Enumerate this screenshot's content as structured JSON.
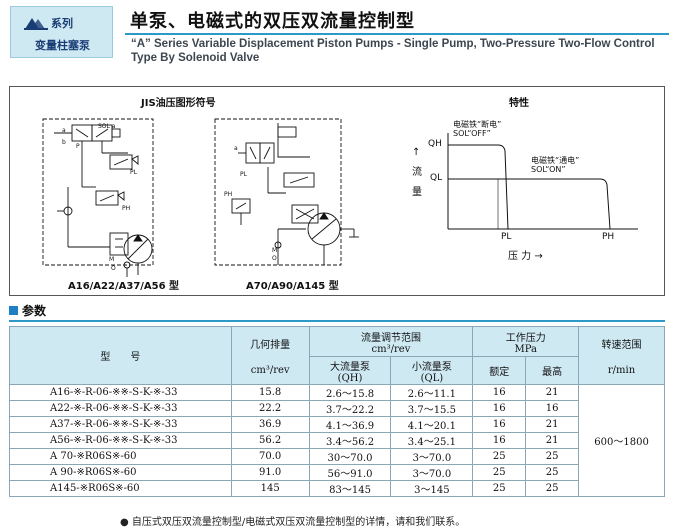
{
  "header": {
    "series_line1": "系列",
    "series_line2": "变量柱塞泵",
    "title_cn": "单泵、电磁式的双压双流量控制型",
    "title_en": "“A” Series Variable Displacement Piston Pumps - Single Pump, Two-Pressure Two-Flow Control Type By Solenoid Valve"
  },
  "diagram": {
    "jis_title": "JIS油压图形符号",
    "left_caption": "A16/A22/A37/A56 型",
    "right_caption": "A70/A90/A145 型",
    "labels": {
      "sol_a": "SOL a",
      "a": "a",
      "b": "b",
      "p": "P",
      "pl": "PL",
      "ph": "PH",
      "m": "M",
      "o": "O"
    },
    "characteristic": {
      "title": "特性",
      "ylabel_arrow": "↑",
      "ylabel_1": "流",
      "ylabel_2": "量",
      "xlabel": "压 力 →",
      "qh": "QH",
      "ql": "QL",
      "pl": "PL",
      "ph": "PH",
      "off_line1": "电磁铁“断电”",
      "off_line2": "SOL“OFF”",
      "on_line1": "电磁铁“通电”",
      "on_line2": "SOL“ON”"
    }
  },
  "section": {
    "title": "参数"
  },
  "table": {
    "headers": {
      "model": "型　　号",
      "displacement": "几何排量",
      "displacement_unit": "cm³/rev",
      "flow_range": "流量调节范围",
      "flow_unit": "cm³/rev",
      "large_pump": "大流量泵",
      "large_abbr": "(QH)",
      "small_pump": "小流量泵",
      "small_abbr": "(QL)",
      "pressure": "工作压力",
      "pressure_unit": "MPa",
      "rated": "额定",
      "max": "最高",
      "speed": "转速范围",
      "speed_unit": "r/min"
    },
    "rows": [
      {
        "model": "A16-※-R-06-※※-S-K-※-33",
        "disp": "15.8",
        "qh": "2.6～15.8",
        "ql": "2.6～11.1",
        "rated": "16",
        "max": "21"
      },
      {
        "model": "A22-※-R-06-※※-S-K-※-33",
        "disp": "22.2",
        "qh": "3.7～22.2",
        "ql": "3.7～15.5",
        "rated": "16",
        "max": "16"
      },
      {
        "model": "A37-※-R-06-※※-S-K-※-33",
        "disp": "36.9",
        "qh": "4.1～36.9",
        "ql": "4.1～20.1",
        "rated": "16",
        "max": "21"
      },
      {
        "model": "A56-※-R-06-※※-S-K-※-33",
        "disp": "56.2",
        "qh": "3.4～56.2",
        "ql": "3.4～25.1",
        "rated": "16",
        "max": "21"
      },
      {
        "model": "A 70-※R06S※-60",
        "disp": "70.0",
        "qh": "30～70.0",
        "ql": "3～70.0",
        "rated": "25",
        "max": "25"
      },
      {
        "model": "A 90-※R06S※-60",
        "disp": "91.0",
        "qh": "56～91.0",
        "ql": "3～70.0",
        "rated": "25",
        "max": "25"
      },
      {
        "model": "A145-※R06S※-60",
        "disp": "145",
        "qh": "83～145",
        "ql": "3～145",
        "rated": "25",
        "max": "25"
      }
    ],
    "speed_range": "600～1800"
  },
  "footer": {
    "note": "● 自压式双压双流量控制型/电磁式双压双流量控制型的详情，请和我们联系。"
  }
}
